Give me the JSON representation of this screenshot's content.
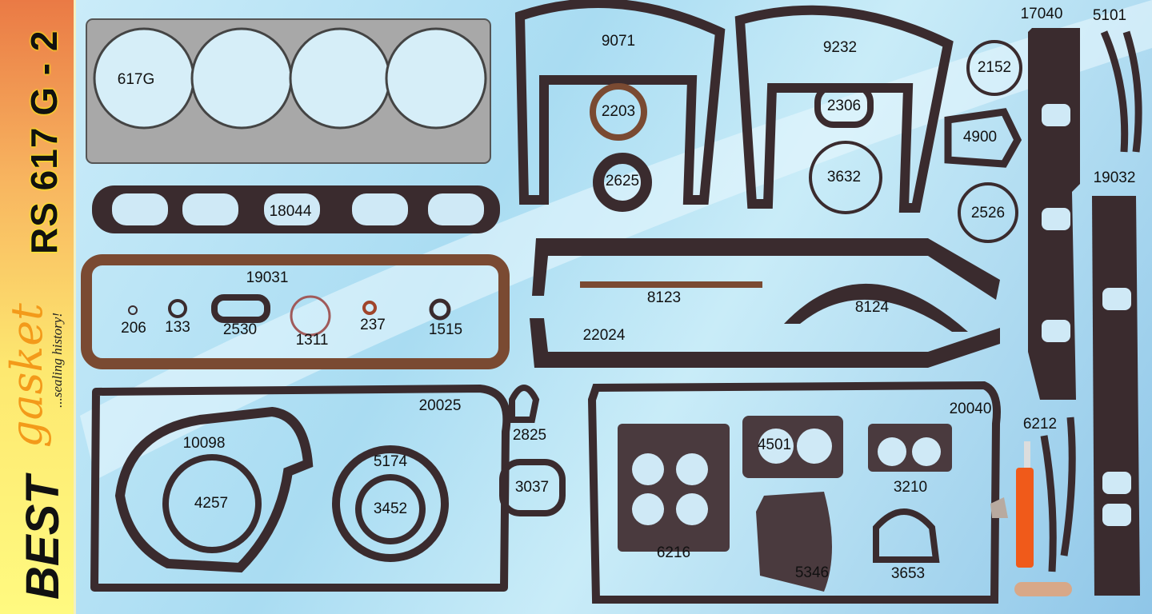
{
  "banner": {
    "kit_code": "RS 617 G - 2",
    "brand_best": "BEST",
    "brand_gasket": "gasket",
    "slogan": "...sealing history!"
  },
  "parts": [
    "617G",
    "9071",
    "9232",
    "17040",
    "5101",
    "2152",
    "2203",
    "2306",
    "4900",
    "19032",
    "2625",
    "3632",
    "18044",
    "2526",
    "19031",
    "8123",
    "8124",
    "206",
    "133",
    "2530",
    "1311",
    "237",
    "1515",
    "22024",
    "20025",
    "20040",
    "2825",
    "10098",
    "4501",
    "5174",
    "6212",
    "3210",
    "3037",
    "4257",
    "3452",
    "6216",
    "5346",
    "3653"
  ],
  "colors": {
    "gasket": "#3a2b2e",
    "cork": "#7a4a32",
    "steel": "#9a9a9a",
    "knife": "#f05a1a"
  }
}
